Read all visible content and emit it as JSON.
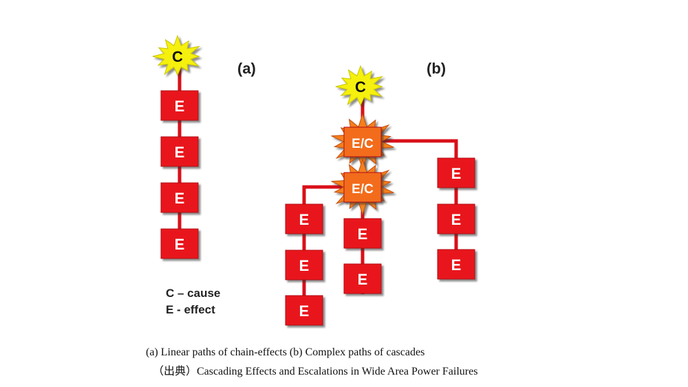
{
  "diagram": {
    "panel_labels": {
      "a": "(a)",
      "b": "(b)"
    },
    "legend": {
      "cause": "C – cause",
      "effect": "E - effect"
    },
    "node_text": {
      "cause": "C",
      "effect": "E",
      "effect_cause": "E/C"
    },
    "colors": {
      "effect_fill": "#e8121c",
      "effect_shadow": "#7a0a0a",
      "link": "#d9101a",
      "cause_fill": "#f5f00c",
      "ec_fill": "#f26c1c",
      "ec_burst": "#f5801f"
    },
    "panel_a": {
      "cause": "C",
      "chain": [
        "E",
        "E",
        "E",
        "E"
      ]
    },
    "panel_b": {
      "cause": "C",
      "escalations": [
        "E/C",
        "E/C"
      ],
      "branch_right": [
        "E",
        "E",
        "E"
      ],
      "branch_left": [
        "E",
        "E",
        "E"
      ],
      "branch_middle": [
        "E",
        "E"
      ]
    }
  },
  "caption": {
    "line1": "(a) Linear paths of chain-effects (b) Complex paths of cascades",
    "line2": "（出典）Cascading Effects and Escalations in Wide Area Power Failures"
  }
}
